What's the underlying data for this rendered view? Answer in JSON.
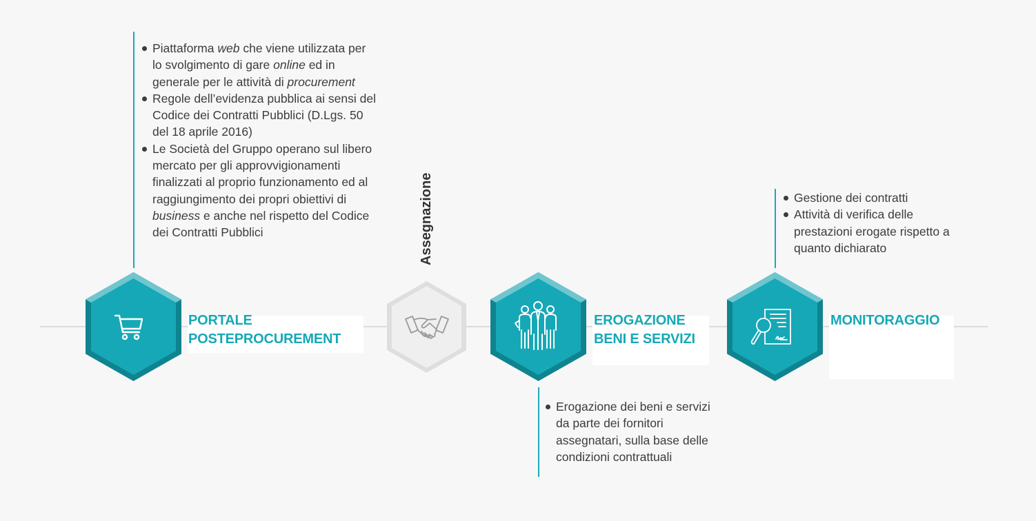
{
  "steps": [
    {
      "label": "PORTALE\nPOSTEPROCUREMENT",
      "icon": "shopping-cart-icon",
      "bullets": [
        [
          "Piattaforma ",
          {
            "i": "web"
          },
          " che viene utilizzata per lo svolgimento di gare ",
          {
            "i": "online"
          },
          " ed in generale per le attività di ",
          {
            "i": "procurement"
          }
        ],
        [
          "Regole dell’evidenza pubblica ai sensi del Codice dei Contratti Pubblici (D.Lgs. 50 del 18 aprile 2016)"
        ],
        [
          "Le Società del Gruppo operano sul libero mercato per gli approvvigionamenti finalizzati al proprio funzionamento ed al raggiungimento dei propri obiettivi di ",
          {
            "i": "business"
          },
          " e anche nel rispetto del Codice dei Contratti Pubblici"
        ]
      ]
    },
    {
      "label": "Assegnazione",
      "icon": "handshake-icon",
      "bullets": []
    },
    {
      "label": "EROGAZIONE\nBENI E SERVIZI",
      "icon": "people-group-icon",
      "bullets": [
        [
          "Erogazione dei beni e servizi da parte dei fornitori assegnatari, sulla base delle condizioni contrattuali"
        ]
      ]
    },
    {
      "label": "MONITORAGGIO",
      "icon": "document-magnifier-icon",
      "bullets": [
        [
          "Gestione dei contratti"
        ],
        [
          "Attività di verifica delle prestazioni erogate rispetto a quanto dichiarato"
        ]
      ]
    }
  ],
  "colors": {
    "accent": "#16a8b6",
    "accent_dark": "#0f8490",
    "accent_light": "#6fc6cf",
    "neutral_hex": "#ececec",
    "line": "#dcdcdc"
  }
}
